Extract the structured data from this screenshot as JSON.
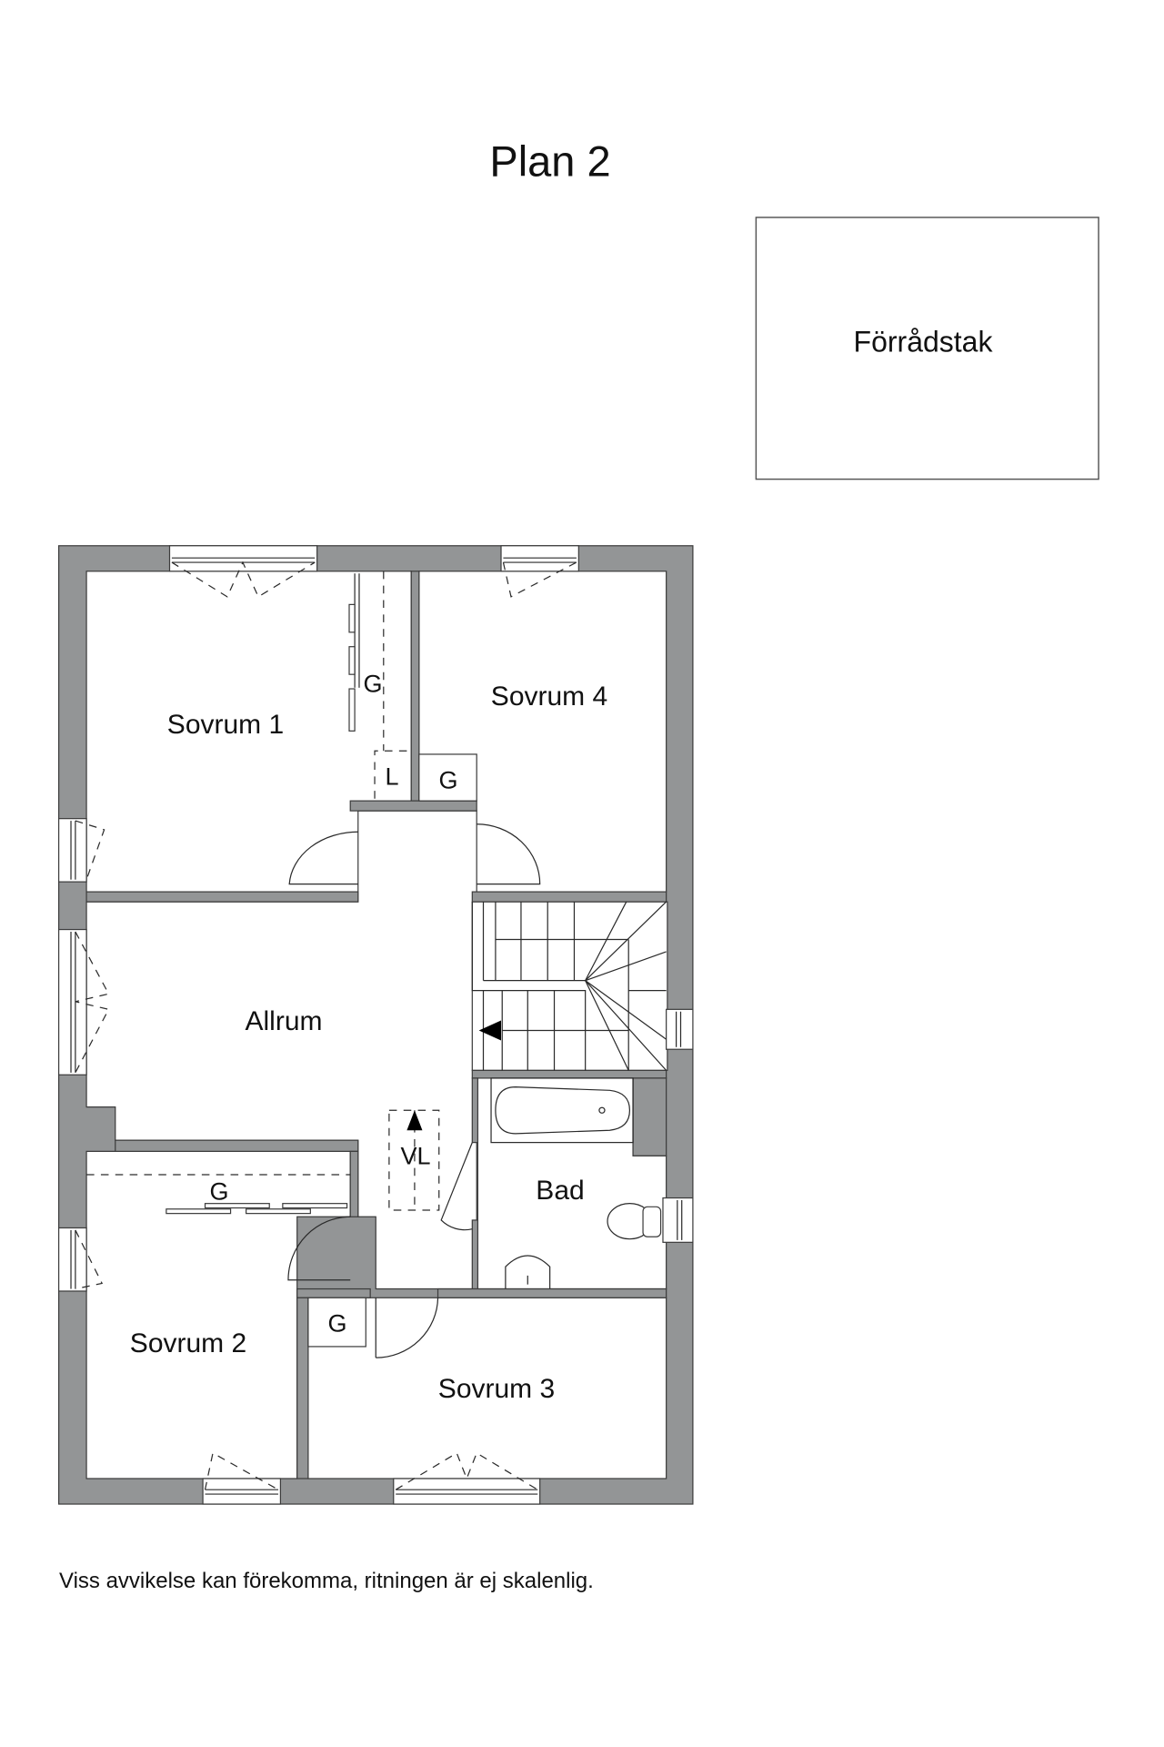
{
  "title": "Plan 2",
  "storage_roof": {
    "label": "Förrådstak"
  },
  "rooms": {
    "sovrum1": "Sovrum 1",
    "sovrum2": "Sovrum 2",
    "sovrum3": "Sovrum 3",
    "sovrum4": "Sovrum 4",
    "allrum": "Allrum",
    "bad": "Bad"
  },
  "markers": {
    "wardrobe_sovrum1": "G",
    "linen_closet": "L",
    "wardrobe_sovrum4": "G",
    "wardrobe_sovrum2": "G",
    "wardrobe_sovrum3": "G",
    "attic_hatch": "VL"
  },
  "disclaimer": "Viss avvikelse kan förekomma, ritningen är ej skalenlig.",
  "colors": {
    "wall": "#939596",
    "line": "#2a2a2a",
    "background": "#ffffff"
  }
}
